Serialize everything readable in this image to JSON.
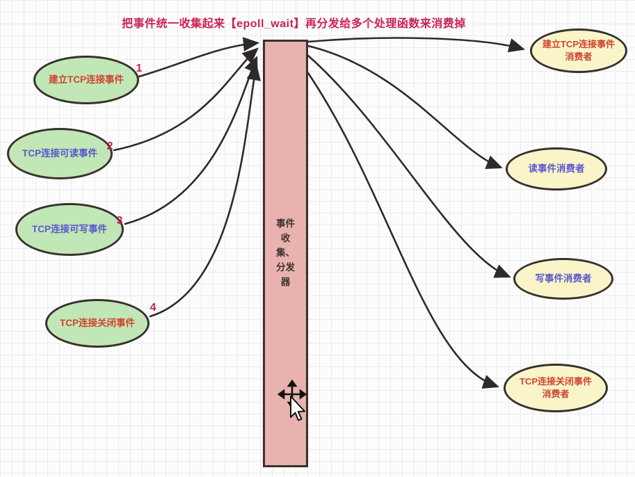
{
  "title": "把事件统一收集起来【epoll_wait】再分发给多个处理函数来消费掉",
  "colors": {
    "title_red": "#cb2253",
    "label_red": "#cf4433",
    "label_blue": "#5b57cf",
    "green_fill": "#c0e7b5",
    "yellow_fill": "#f9f5c9",
    "pink_fill": "#e9b2ae",
    "outline": "#38302e",
    "arrow": "#2d2a29",
    "dark_text": "#403230",
    "grid_line": "#ebebeb",
    "background": "#fcfcfc"
  },
  "diagram": {
    "producers": [
      {
        "label": "建立TCP连接事件",
        "number": "1"
      },
      {
        "label": "TCP连接可读事件",
        "number": "2"
      },
      {
        "label": "TCP连接可写事件",
        "number": "3"
      },
      {
        "label": "TCP连接关闭事件",
        "number": "4"
      }
    ],
    "dispatcher": {
      "label": "事件\n收\n集、\n分发\n器"
    },
    "consumers": [
      {
        "label": "建立TCP连接事件\n消费者"
      },
      {
        "label": "读事件消费者"
      },
      {
        "label": "写事件消费者"
      },
      {
        "label": "TCP连接关闭事件\n消费者"
      }
    ]
  }
}
